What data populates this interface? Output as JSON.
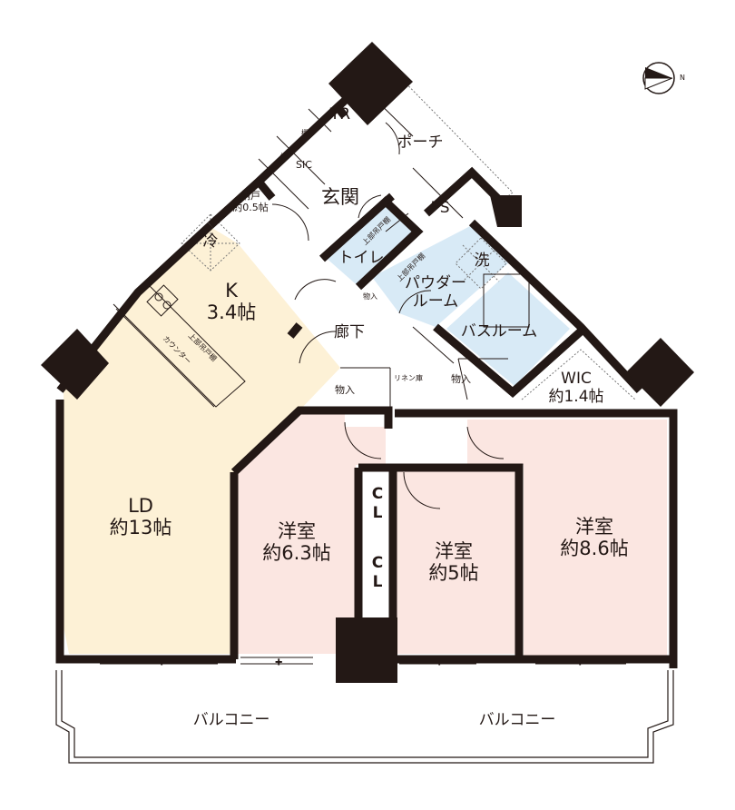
{
  "rooms": {
    "ld": {
      "name": "LD",
      "size": "約13帖"
    },
    "k": {
      "name": "K",
      "size": "3.4帖"
    },
    "western1": {
      "name": "洋室",
      "size": "約6.3帖"
    },
    "western2": {
      "name": "洋室",
      "size": "約5帖"
    },
    "western3": {
      "name": "洋室",
      "size": "約8.6帖"
    },
    "entrance": "玄関",
    "porch": "ポーチ",
    "tr": "TR",
    "ps": "PS",
    "toilet": "トイレ",
    "powder_room": [
      "パウダー",
      "ルーム"
    ],
    "bathroom": "バスルーム",
    "hallway": "廊下",
    "wic": {
      "name": "WIC",
      "size": "約1.4帖"
    },
    "storage_closet": {
      "name": "納戸",
      "size": "約0.5帖"
    },
    "sic": "SIC",
    "balcony_left": "バルコニー",
    "balcony_right": "バルコニー"
  },
  "small_labels": {
    "shelf1": "棚",
    "shelf2": "棚",
    "counter": "カウンター",
    "upper_cabinet_kitchen": "上部吊戸棚",
    "upper_cabinet_toilet": "上部吊戸棚",
    "upper_cabinet_powder": "上部吊戸棚",
    "linen": "リネン庫",
    "storage_a": "物入",
    "storage_b": "物入",
    "storage_c": "物入",
    "fridge": "冷",
    "washer": "洗"
  },
  "closets": [
    [
      "C",
      "L"
    ],
    [
      "C",
      "L"
    ]
  ],
  "compass": {
    "label": "N",
    "icon": "north-arrow-icon"
  }
}
